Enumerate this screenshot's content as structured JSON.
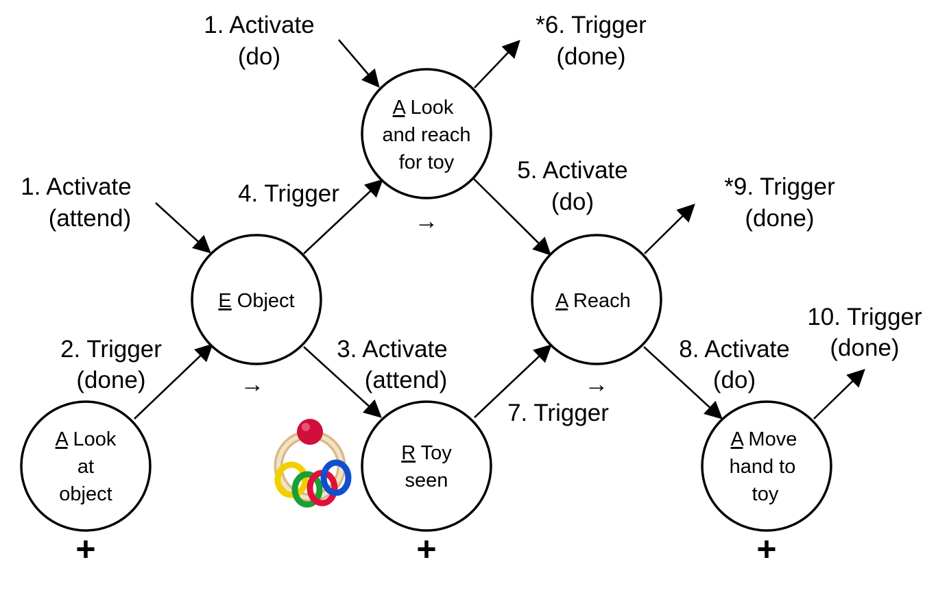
{
  "nodes": {
    "look_at_object": {
      "prefix": "A",
      "line1": " Look",
      "line2": "at",
      "line3": "object"
    },
    "object": {
      "prefix": "E",
      "line1": " Object"
    },
    "look_reach": {
      "prefix": "A",
      "line1": " Look",
      "line2": "and reach",
      "line3": "for toy"
    },
    "toy_seen": {
      "prefix": "R",
      "line1": " Toy",
      "line2": "seen"
    },
    "reach": {
      "prefix": "A",
      "line1": " Reach"
    },
    "move_hand": {
      "prefix": "A",
      "line1": " Move",
      "line2": "hand to",
      "line3": "toy"
    }
  },
  "labels": {
    "activate_do_top": [
      "1. Activate",
      "(do)"
    ],
    "trigger6": [
      "*6. Trigger",
      "(done)"
    ],
    "activate_attend_left": [
      "1. Activate",
      "(attend)"
    ],
    "trigger4": [
      "4. Trigger"
    ],
    "activate5": [
      "5. Activate",
      "(do)"
    ],
    "trigger9": [
      "*9. Trigger",
      "(done)"
    ],
    "trigger2": [
      "2. Trigger",
      "(done)"
    ],
    "activate3": [
      "3. Activate",
      "(attend)"
    ],
    "trigger7": [
      "7. Trigger"
    ],
    "activate8": [
      "8. Activate",
      "(do)"
    ],
    "trigger10": [
      "10. Trigger",
      "(done)"
    ]
  },
  "sequence_arrows": [
    "→",
    "→",
    "→"
  ],
  "plus_signs": [
    "+",
    "+",
    "+"
  ],
  "toy_image": {
    "description_icon": "rattle-toy-icon",
    "colors": {
      "bead": "#d0103a",
      "ring": "#e8d2a8",
      "yellow": "#f2d000",
      "green": "#1aa032",
      "red": "#e0103c",
      "blue": "#1050d0"
    }
  }
}
